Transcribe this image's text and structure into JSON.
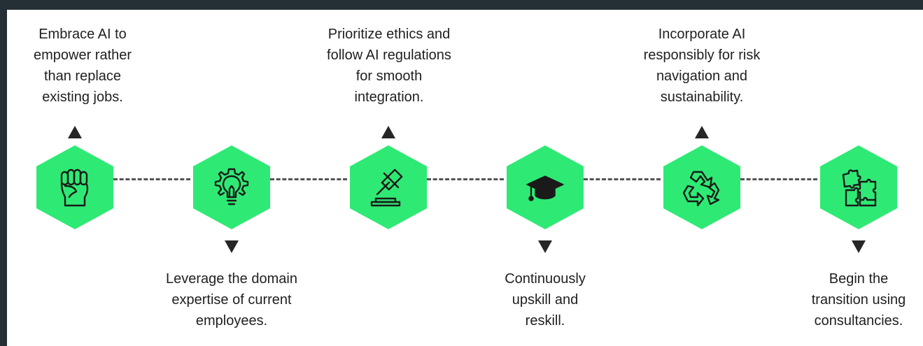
{
  "colors": {
    "frame": "#243035",
    "background": "#ffffff",
    "hexagon": "#2eea74",
    "icon_stroke": "#1a1a1a",
    "connector": "#555555",
    "arrow": "#262626",
    "text": "#1f1f1f"
  },
  "steps": [
    {
      "icon": "raised-fist-icon",
      "arrow": "up",
      "text_lines": [
        "Embrace AI to",
        "empower rather",
        "than replace",
        "existing jobs."
      ]
    },
    {
      "icon": "lightbulb-gear-icon",
      "arrow": "down",
      "text_lines": [
        "Leverage the domain",
        "expertise of current",
        "employees."
      ]
    },
    {
      "icon": "gavel-icon",
      "arrow": "up",
      "text_lines": [
        "Prioritize ethics and",
        "follow AI regulations",
        "for smooth",
        "integration."
      ]
    },
    {
      "icon": "graduation-cap-icon",
      "arrow": "down",
      "text_lines": [
        "Continuously",
        "upskill and",
        "reskill."
      ]
    },
    {
      "icon": "recycle-arrows-icon",
      "arrow": "up",
      "text_lines": [
        "Incorporate AI",
        "responsibly for risk",
        "navigation and",
        "sustainability."
      ]
    },
    {
      "icon": "puzzle-pieces-icon",
      "arrow": "down",
      "text_lines": [
        "Begin the",
        "transition using",
        "consultancies."
      ]
    }
  ]
}
